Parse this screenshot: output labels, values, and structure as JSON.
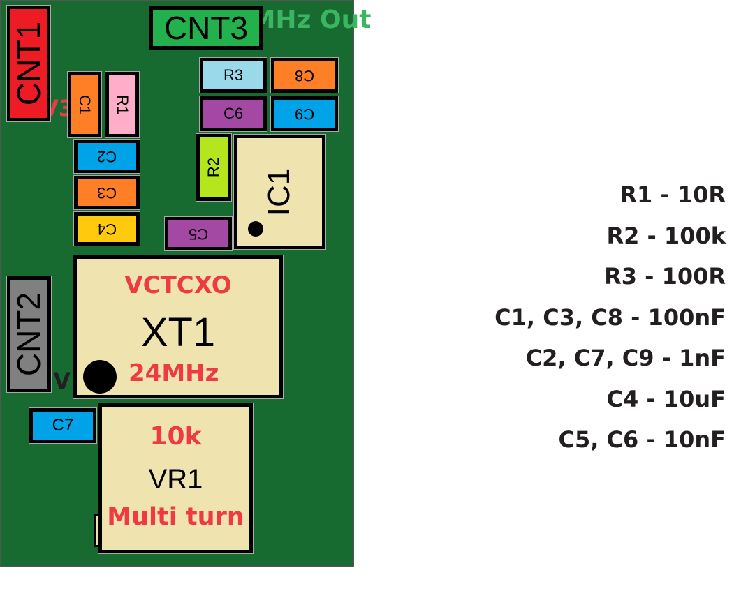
{
  "title": "24MHz Out",
  "power_labels": {
    "supply": "+3V3",
    "ground": "0V"
  },
  "colors": {
    "pcb": "#176b30",
    "title_green": "#3cb563",
    "annotation_red": "#ee3a43",
    "text_dark": "#231f20",
    "cnt1": "#ed1c24",
    "cnt2": "#808080",
    "cnt3": "#22b14c",
    "orange_cap": "#ff7f27",
    "blue_cap": "#00a2e8",
    "purple_cap": "#a349a4",
    "yellow_cap": "#ffc90e",
    "pink_res": "#ffaec9",
    "light_blue_res": "#99d9ea",
    "lime_res": "#b5e61d",
    "ic_body": "#efe4b0"
  },
  "components": {
    "CNT1": "CNT1",
    "CNT2": "CNT2",
    "CNT3": "CNT3",
    "C1": "C1",
    "R1": "R1",
    "C2": "C2",
    "C3": "C3",
    "C4": "C4",
    "R3": "R3",
    "C8": "C8",
    "C6": "C6",
    "C9": "C9",
    "R2": "R2",
    "IC1": "IC1",
    "C5": "C5",
    "C7": "C7",
    "XT1": {
      "ref": "XT1",
      "type": "VCTCXO",
      "value": "24MHz"
    },
    "VR1": {
      "ref": "VR1",
      "value": "10k",
      "type": "Multi turn"
    }
  },
  "bom": [
    "R1 - 10R",
    "R2 - 100k",
    "R3 - 100R",
    "C1, C3, C8 - 100nF",
    "C2, C7, C9 - 1nF",
    "C4 - 10uF",
    "C5, C6 - 10nF"
  ]
}
